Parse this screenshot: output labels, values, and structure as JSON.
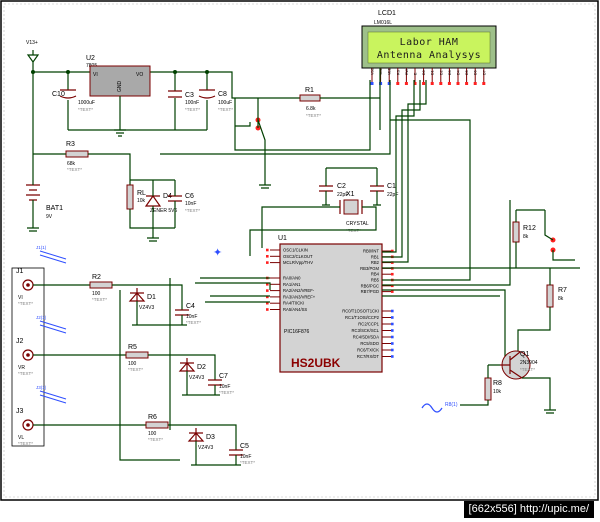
{
  "lcd": {
    "ref": "LCD1",
    "part": "LM016L",
    "line1": "Labor HAM",
    "line2": "Antenna Analysys",
    "pins": [
      "VSS",
      "VDD",
      "VEE",
      "RS",
      "RW",
      "E",
      "D0",
      "D1",
      "D2",
      "D3",
      "D4",
      "D5",
      "D6",
      "D7"
    ]
  },
  "power": {
    "label": "V13+"
  },
  "regulator": {
    "ref": "U2",
    "part": "7805",
    "vi": "VI",
    "vo": "VO",
    "gnd": "GND"
  },
  "mcu": {
    "ref": "U1",
    "part": "PIC16F876",
    "brand": "HS2UBK",
    "left_pins": [
      "OSC1/CLKIN",
      "OSC2/CLKOUT",
      "MCLR/Vpp/THV",
      "RA0/AN0",
      "RA1/AN1",
      "RA2/AN2/VREF-",
      "RA3/AN3/VREF+",
      "RA4/T0CKI",
      "RA5/AN4/SS"
    ],
    "right_pins": [
      "RB0/INT",
      "RB1",
      "RB2",
      "RB3/PGM",
      "RB4",
      "RB5",
      "RB6/PGC",
      "RB7/PGD",
      "RC0/T1OSO/T1CKI",
      "RC1/T1OSI/CCP2",
      "RC2/CCP1",
      "RC3/SCK/SCL",
      "RC4/SDI/SDA",
      "RC5/SDO",
      "RC6/TX/CK",
      "RC7/RX/DT"
    ]
  },
  "components": [
    {
      "ref": "C10",
      "value": "1000uF"
    },
    {
      "ref": "C3",
      "value": "100nF"
    },
    {
      "ref": "C8",
      "value": "100uF"
    },
    {
      "ref": "R1",
      "value": "6.8k"
    },
    {
      "ref": "R3",
      "value": "68k"
    },
    {
      "ref": "RL",
      "value": "10k"
    },
    {
      "ref": "D4",
      "value": "ZENER 5V6"
    },
    {
      "ref": "C6",
      "value": "10nF"
    },
    {
      "ref": "C2",
      "value": "22pF"
    },
    {
      "ref": "C1",
      "value": "22pF"
    },
    {
      "ref": "X1",
      "value": "CRYSTAL"
    },
    {
      "ref": "BAT1",
      "value": "9V"
    },
    {
      "ref": "R2",
      "value": "100"
    },
    {
      "ref": "D1",
      "value": "VZ4V3"
    },
    {
      "ref": "C4",
      "value": "10nF"
    },
    {
      "ref": "R5",
      "value": "100"
    },
    {
      "ref": "D2",
      "value": "VZ4V3"
    },
    {
      "ref": "C7",
      "value": "10nF"
    },
    {
      "ref": "R6",
      "value": "100"
    },
    {
      "ref": "D3",
      "value": "VZ4V3"
    },
    {
      "ref": "C5",
      "value": "10nF"
    },
    {
      "ref": "R12",
      "value": "8k"
    },
    {
      "ref": "R7",
      "value": "8k"
    },
    {
      "ref": "Q1",
      "value": "2N3904"
    },
    {
      "ref": "R8",
      "value": "10k"
    }
  ],
  "connectors": [
    {
      "ref": "J1",
      "pin": "VI"
    },
    {
      "ref": "J2",
      "pin": "VR"
    },
    {
      "ref": "J3",
      "pin": "VL"
    }
  ],
  "signal_label": "*TEXT*",
  "footer": "[662x556] http://upic.me/"
}
